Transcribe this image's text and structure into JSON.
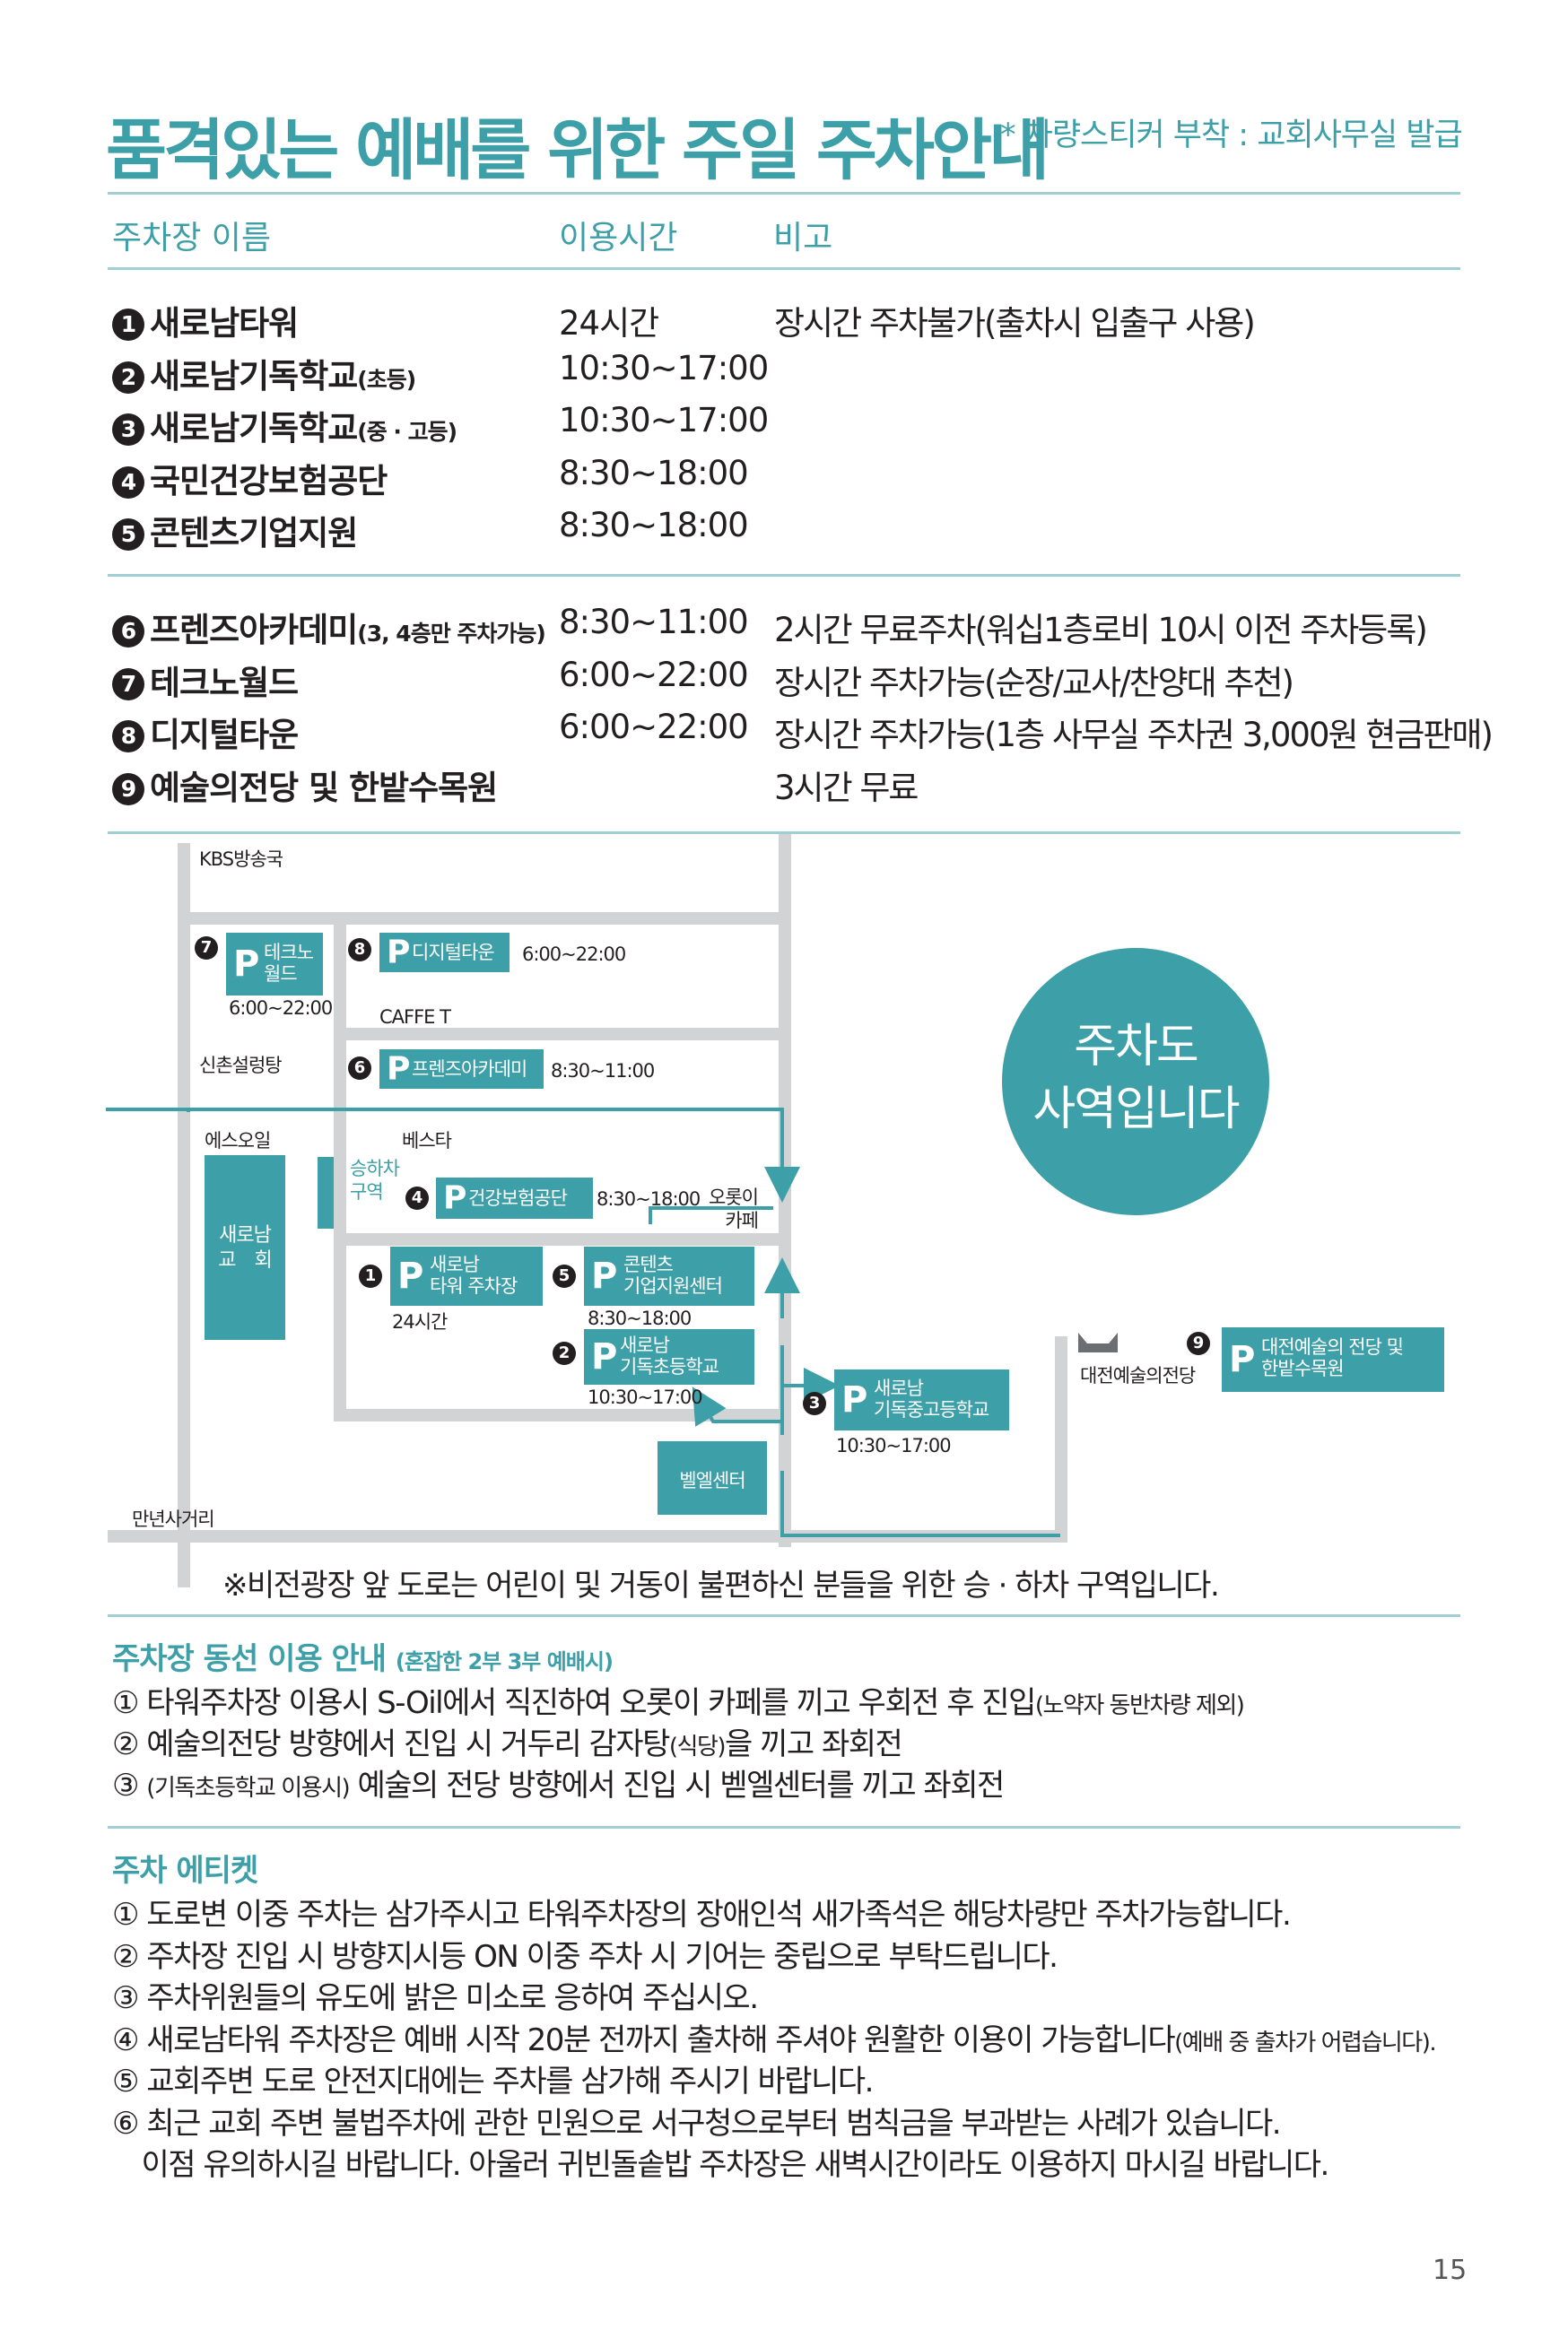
{
  "header": {
    "title": "품격있는 예배를 위한 주일 주차안내",
    "note": "* 차량스티커 부착 : 교회사무실 발급"
  },
  "table": {
    "columns": [
      "주차장 이름",
      "이용시간",
      "비고"
    ],
    "rows": [
      {
        "num": "1",
        "name": "새로남타워",
        "small": "",
        "time": "24시간",
        "note": "장시간 주차불가(출차시 입출구 사용)"
      },
      {
        "num": "2",
        "name": "새로남기독학교",
        "small": "(초등)",
        "time": "10:30~17:00",
        "note": ""
      },
      {
        "num": "3",
        "name": "새로남기독학교",
        "small": "(중 · 고등)",
        "time": "10:30~17:00",
        "note": ""
      },
      {
        "num": "4",
        "name": "국민건강보험공단",
        "small": "",
        "time": "8:30~18:00",
        "note": ""
      },
      {
        "num": "5",
        "name": "콘텐츠기업지원",
        "small": "",
        "time": "8:30~18:00",
        "note": ""
      },
      {
        "num": "6",
        "name": "프렌즈아카데미",
        "small": "(3, 4층만 주차가능)",
        "time": "8:30~11:00",
        "note": "2시간 무료주차(워십1층로비 10시 이전 주차등록)"
      },
      {
        "num": "7",
        "name": "테크노월드",
        "small": "",
        "time": "6:00~22:00",
        "note": "장시간 주차가능(순장/교사/찬양대 추천)"
      },
      {
        "num": "8",
        "name": "디지털타운",
        "small": "",
        "time": "6:00~22:00",
        "note": "장시간 주차가능(1층 사무실 주차권 3,000원 현금판매)"
      },
      {
        "num": "9",
        "name": "예술의전당 및 한밭수목원",
        "small": "",
        "time": "",
        "note": "3시간 무료"
      }
    ]
  },
  "map": {
    "labels": {
      "kbs": "KBS방송국",
      "caffe": "CAFFE T",
      "sinchon": "신촌설렁탕",
      "soil": "에스오일",
      "bestar": "베스타",
      "church": "새로남\n교　회",
      "dropoff": "승하차\n구역",
      "lotte": "오롯이\n카페",
      "manyeon": "만년사거리",
      "artscenter": "대전예술의전당",
      "bell": "벨엘센터",
      "zone": "주차도\n사역입니다",
      "footnote": "※비전광장 앞 도로는 어린이 및 거동이 불편하신 분들을 위한 승 · 하차 구역입니다."
    },
    "parking": [
      {
        "num": "7",
        "name": "테크노\n월드",
        "time": "6:00~22:00"
      },
      {
        "num": "8",
        "name": "디지털타운",
        "time": "6:00~22:00"
      },
      {
        "num": "6",
        "name": "프렌즈아카데미",
        "time": "8:30~11:00"
      },
      {
        "num": "4",
        "name": "건강보험공단",
        "time": "8:30~18:00"
      },
      {
        "num": "1",
        "name": "새로남\n타워 주차장",
        "time": "24시간"
      },
      {
        "num": "5",
        "name": "콘텐츠\n기업지원센터",
        "time": "8:30~18:00"
      },
      {
        "num": "2",
        "name": "새로남\n기독초등학교",
        "time": "10:30~17:00"
      },
      {
        "num": "3",
        "name": "새로남\n기독중고등학교",
        "time": "10:30~17:00"
      },
      {
        "num": "9",
        "name": "대전예술의 전당 및\n한밭수목원",
        "time": ""
      }
    ],
    "p_letter": "P"
  },
  "flow": {
    "heading": "주차장 동선 이용 안내",
    "heading_small": "(혼잡한 2부 3부 예배시)",
    "items": [
      {
        "text": "① 타워주차장 이용시 S-Oil에서 직진하여 오롯이 카페를 끼고 우회전 후 진입",
        "small": "(노약자 동반차량 제외)"
      },
      {
        "text": "② 예술의전당 방향에서 진입 시 거두리 감자탕",
        "small": "(식당)",
        "tail": "을 끼고 좌회전"
      },
      {
        "text": "③ ",
        "small": "(기독초등학교 이용시)",
        "tail": " 예술의 전당 방향에서 진입 시 벧엘센터를 끼고 좌회전"
      }
    ]
  },
  "etiquette": {
    "heading": "주차 에티켓",
    "items": [
      {
        "text": "① 도로변 이중 주차는 삼가주시고 타워주차장의 장애인석 새가족석은 해당차량만 주차가능합니다.",
        "small": ""
      },
      {
        "text": "② 주차장 진입 시 방향지시등 ON 이중 주차 시 기어는 중립으로 부탁드립니다.",
        "small": ""
      },
      {
        "text": "③ 주차위원들의 유도에 밝은 미소로 응하여 주십시오.",
        "small": ""
      },
      {
        "text": "④ 새로남타워 주차장은 예배 시작 20분 전까지 출차해 주셔야 원활한 이용이 가능합니다",
        "small": "(예배 중 출차가 어렵습니다)."
      },
      {
        "text": "⑤ 교회주변 도로 안전지대에는 주차를 삼가해 주시기 바랍니다.",
        "small": ""
      },
      {
        "text": "⑥ 최근 교회 주변 불법주차에 관한 민원으로 서구청으로부터 범칙금을 부과받는 사례가 있습니다.",
        "small": ""
      },
      {
        "text": "　이점 유의하시길 바랍니다. 아울러 귀빈돌솥밥 주차장은 새벽시간이라도 이용하지 마시길 바랍니다.",
        "small": ""
      }
    ]
  },
  "page_number": "15",
  "colors": {
    "accent": "#3d9fa7",
    "rule": "#9fcfd2",
    "road": "#d2d3d5"
  }
}
